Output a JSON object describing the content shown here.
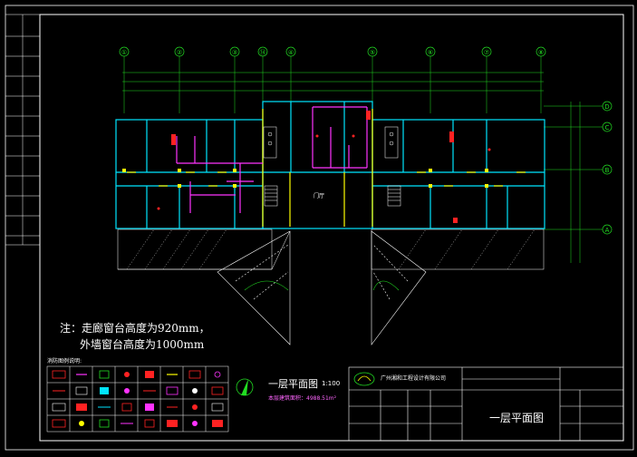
{
  "colors": {
    "background": "#000000",
    "frame": "#ffffff",
    "wall": "#00e5ff",
    "door": "#ffff00",
    "pipe": "#ff33ff",
    "dimension": "#22dd22",
    "sprinkler": "#ff2222"
  },
  "grid": {
    "top_axes": [
      "①",
      "②",
      "③",
      "⑭",
      "④",
      "⑤",
      "⑥",
      "⑦",
      "⑧"
    ],
    "right_axes": [
      "D",
      "C",
      "B",
      "A"
    ]
  },
  "rooms": {
    "hall": "门厅"
  },
  "notes": {
    "line1": "注：走廊窗台高度为920mm，",
    "line2": "外墙窗台高度为1000mm"
  },
  "legend": {
    "title": "消防图例说明:"
  },
  "plan": {
    "title": "一层平面图",
    "scale": "1:100",
    "area": "本层建筑面积：4988.51m²"
  },
  "title_block": {
    "company": "广州湘和工程设计有限公司",
    "drawing_name": "一层平面图"
  }
}
